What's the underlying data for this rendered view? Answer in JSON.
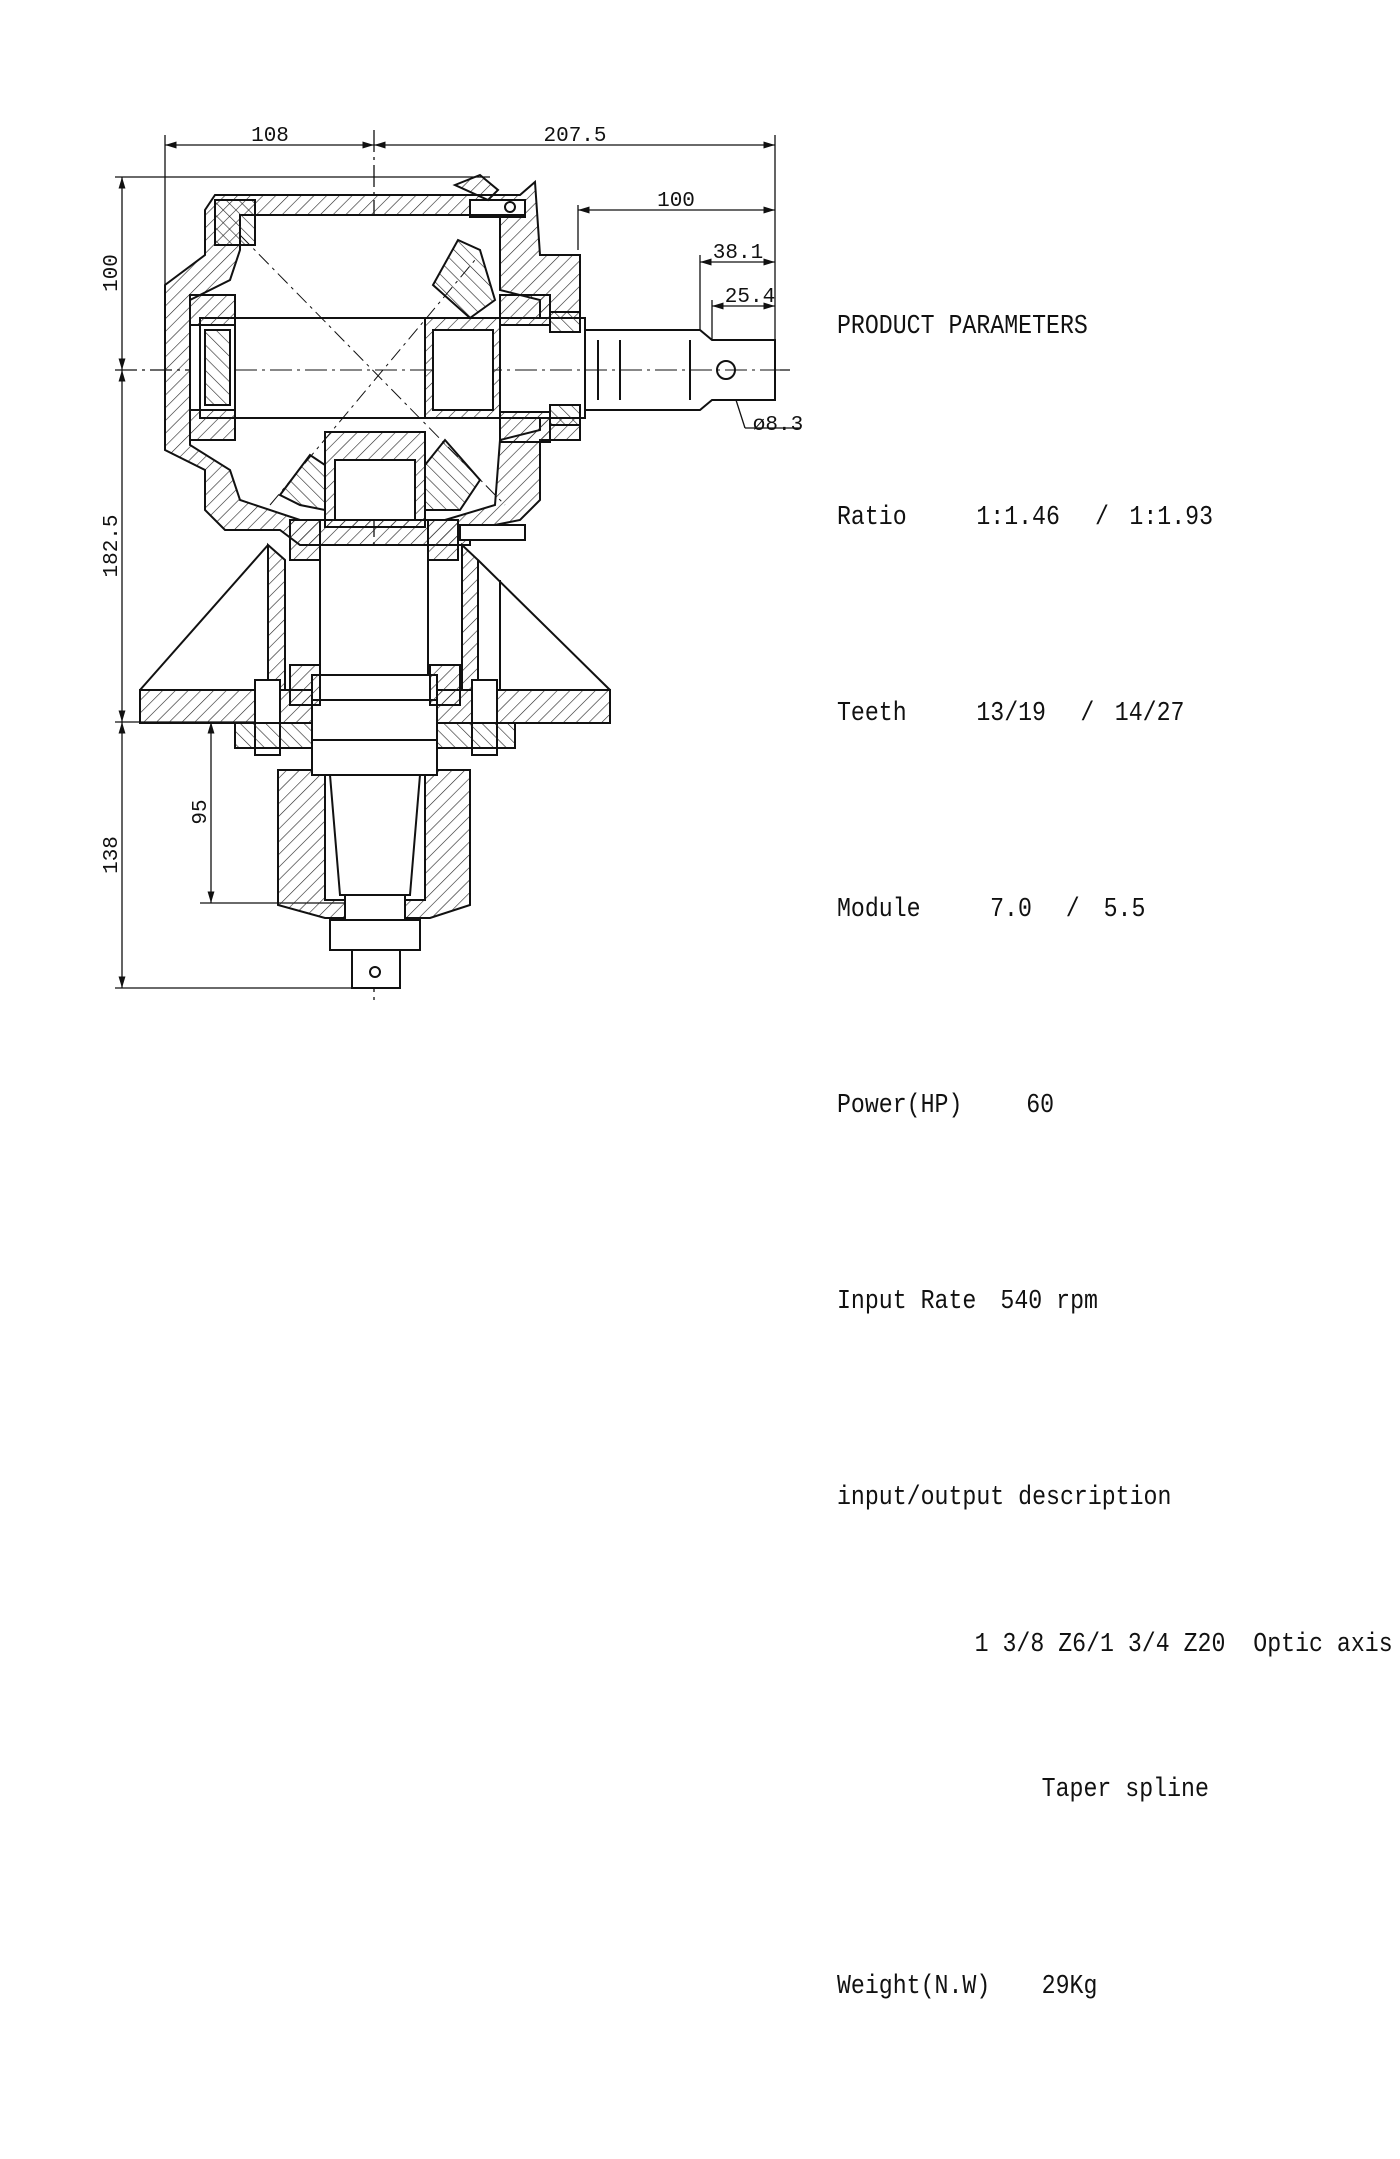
{
  "drawing": {
    "dims": {
      "width_left": "108",
      "width_right": "207.5",
      "shaft_len": "100",
      "shaft_a": "38.1",
      "shaft_b": "25.4",
      "hole_dia": "ø8.3",
      "height_top": "100",
      "height_mid": "182.5",
      "height_bottom": "138",
      "height_inner": "95"
    }
  },
  "params": {
    "title": "PRODUCT PARAMETERS",
    "ratio": {
      "label": "Ratio",
      "value1": "1:1.46",
      "sep": "/",
      "value2": "1:1.93"
    },
    "teeth": {
      "label": "Teeth",
      "value1": "13/19",
      "sep": "/",
      "value2": "14/27"
    },
    "module": {
      "label": "Module",
      "value1": "7.0",
      "sep": "/",
      "value2": "5.5"
    },
    "power": {
      "label": "Power(HP)",
      "value": "60"
    },
    "input_rate": {
      "label": "Input Rate",
      "value": "540 rpm"
    },
    "io": {
      "label": "input/output description",
      "line1": "1 3/8 Z6/1 3/4 Z20  Optic axis",
      "line2": "Taper spline"
    },
    "weight": {
      "label": "Weight(N.W)",
      "value": "29Kg"
    }
  }
}
